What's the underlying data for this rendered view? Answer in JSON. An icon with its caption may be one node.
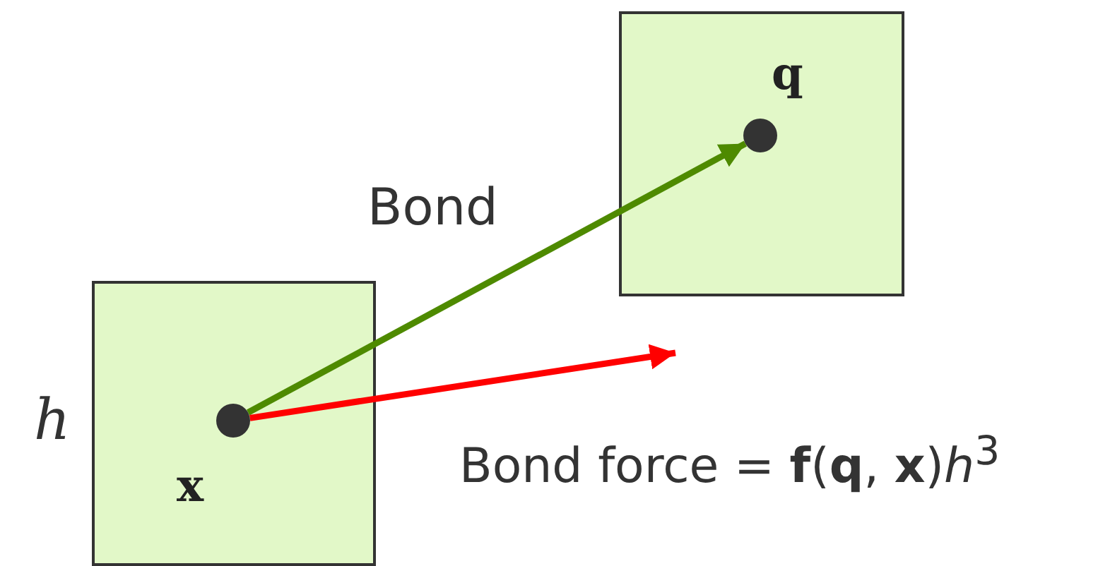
{
  "diagram": {
    "nodes": [
      {
        "text": [],
        "shape": "box"
      },
      {
        "text": [],
        "shape": "circle",
        "in": 0,
        "beside": [
          "x"
        ]
      },
      {
        "text": [],
        "shape": "box"
      },
      {
        "text": [],
        "shape": "circle",
        "in": 2,
        "beside": [
          "q"
        ]
      }
    ],
    "edges": [
      {
        "from": 1,
        "to": 3,
        "arrow": "to",
        "label": "Bond",
        "color": "#4e8a00"
      },
      {
        "from": 1,
        "to": null,
        "arrow": "to",
        "color": "#ff0000"
      }
    ],
    "labels": [
      "h",
      "Bond force = **f**(**q**, **x**)*h*$^{3}$"
    ]
  }
}
